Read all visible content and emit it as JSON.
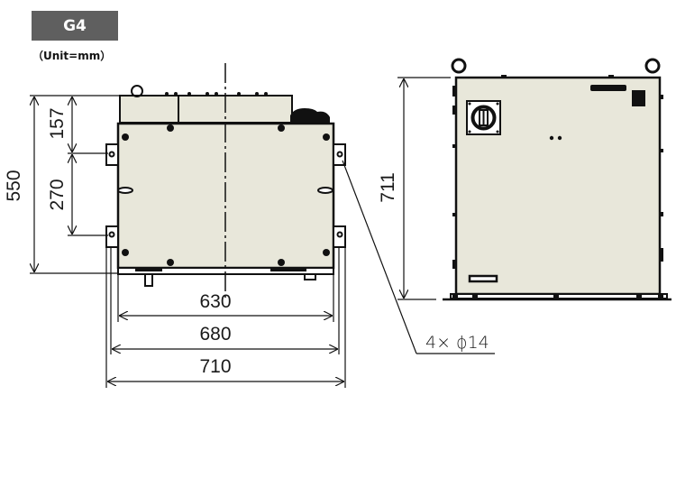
{
  "header": {
    "model_badge": "G4",
    "unit_label": "（Unit=mm）"
  },
  "front_view": {
    "dimensions": {
      "overall_height": "550",
      "top_to_upper_mount": "157",
      "mount_spacing_vertical": "270",
      "body_width": "630",
      "mount_center_width": "680",
      "overall_width": "710"
    }
  },
  "side_view": {
    "dimensions": {
      "overall_height": "711"
    },
    "hole_callout": "4×  ϕ14"
  },
  "colors": {
    "badge_bg": "#5f5f5f",
    "body_fill": "#e8e7da",
    "line": "#111111"
  }
}
